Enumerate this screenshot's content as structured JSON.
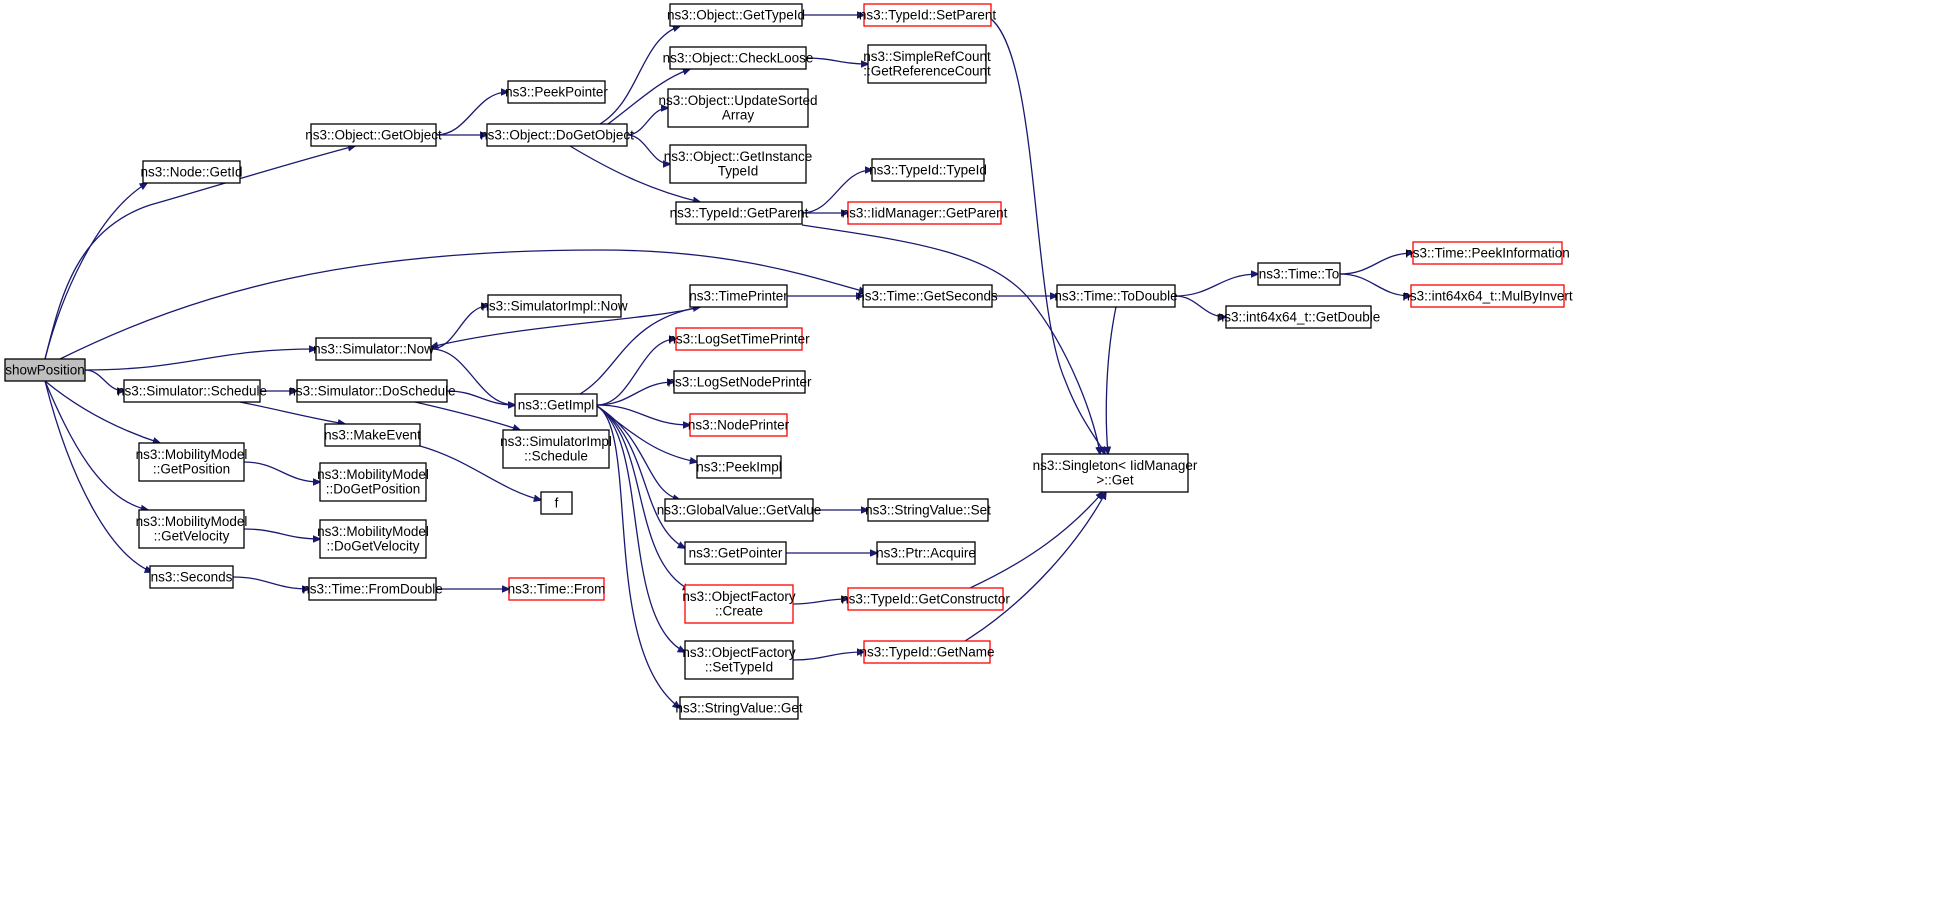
{
  "graph": {
    "colors": {
      "edge": "#191970",
      "node_border": "#000000",
      "truncated_node_border": "#ff0000",
      "root_fill": "#bfbfbf",
      "node_fill": "#ffffff"
    },
    "nodes": [
      {
        "id": "showPosition",
        "lines": [
          "showPosition"
        ],
        "root": true
      },
      {
        "id": "node_getid",
        "lines": [
          "ns3::Node::GetId"
        ]
      },
      {
        "id": "obj_getobject",
        "lines": [
          "ns3::Object::GetObject"
        ]
      },
      {
        "id": "peekpointer",
        "lines": [
          "ns3::PeekPointer"
        ]
      },
      {
        "id": "obj_dogetobject",
        "lines": [
          "ns3::Object::DoGetObject"
        ]
      },
      {
        "id": "obj_gettypeid",
        "lines": [
          "ns3::Object::GetTypeId"
        ]
      },
      {
        "id": "typeid_setparent",
        "lines": [
          "ns3::TypeId::SetParent"
        ],
        "truncated": true
      },
      {
        "id": "obj_checkloose",
        "lines": [
          "ns3::Object::CheckLoose"
        ]
      },
      {
        "id": "simplerefcount",
        "lines": [
          "ns3::SimpleRefCount",
          "::GetReferenceCount"
        ]
      },
      {
        "id": "obj_updatesorted",
        "lines": [
          "ns3::Object::UpdateSorted",
          "Array"
        ]
      },
      {
        "id": "obj_getinstance",
        "lines": [
          "ns3::Object::GetInstance",
          "TypeId"
        ]
      },
      {
        "id": "typeid_typeid",
        "lines": [
          "ns3::TypeId::TypeId"
        ]
      },
      {
        "id": "typeid_getparent",
        "lines": [
          "ns3::TypeId::GetParent"
        ]
      },
      {
        "id": "iidmanager_getparent",
        "lines": [
          "ns3::IidManager::GetParent"
        ],
        "truncated": true
      },
      {
        "id": "singleton_get",
        "lines": [
          "ns3::Singleton< IidManager",
          ">::Get"
        ]
      },
      {
        "id": "time_getseconds",
        "lines": [
          "ns3::Time::GetSeconds"
        ]
      },
      {
        "id": "time_todouble",
        "lines": [
          "ns3::Time::ToDouble"
        ]
      },
      {
        "id": "time_to",
        "lines": [
          "ns3::Time::To"
        ]
      },
      {
        "id": "time_peekinfo",
        "lines": [
          "ns3::Time::PeekInformation"
        ],
        "truncated": true
      },
      {
        "id": "int64_mulbyinvert",
        "lines": [
          "ns3::int64x64_t::MulByInvert"
        ],
        "truncated": true
      },
      {
        "id": "int64_getdouble",
        "lines": [
          "ns3::int64x64_t::GetDouble"
        ]
      },
      {
        "id": "timeprinter",
        "lines": [
          "ns3::TimePrinter"
        ]
      },
      {
        "id": "simimpl_now",
        "lines": [
          "ns3::SimulatorImpl::Now"
        ]
      },
      {
        "id": "sim_now",
        "lines": [
          "ns3::Simulator::Now"
        ]
      },
      {
        "id": "logsettimeprinter",
        "lines": [
          "ns3::LogSetTimePrinter"
        ],
        "truncated": true
      },
      {
        "id": "logsetnodeprinter",
        "lines": [
          "ns3::LogSetNodePrinter"
        ]
      },
      {
        "id": "getimpl",
        "lines": [
          "ns3::GetImpl"
        ]
      },
      {
        "id": "sim_schedule",
        "lines": [
          "ns3::Simulator::Schedule"
        ]
      },
      {
        "id": "sim_doschedule",
        "lines": [
          "ns3::Simulator::DoSchedule"
        ]
      },
      {
        "id": "nodeprinter",
        "lines": [
          "ns3::NodePrinter"
        ],
        "truncated": true
      },
      {
        "id": "makeevent",
        "lines": [
          "ns3::MakeEvent"
        ]
      },
      {
        "id": "simimpl_schedule",
        "lines": [
          "ns3::SimulatorImpl",
          "::Schedule"
        ]
      },
      {
        "id": "peekimpl",
        "lines": [
          "ns3::PeekImpl"
        ]
      },
      {
        "id": "f",
        "lines": [
          "f"
        ]
      },
      {
        "id": "mm_getposition",
        "lines": [
          "ns3::MobilityModel",
          "::GetPosition"
        ]
      },
      {
        "id": "mm_dogetposition",
        "lines": [
          "ns3::MobilityModel",
          "::DoGetPosition"
        ]
      },
      {
        "id": "globalvalue_getvalue",
        "lines": [
          "ns3::GlobalValue::GetValue"
        ]
      },
      {
        "id": "stringvalue_set",
        "lines": [
          "ns3::StringValue::Set"
        ]
      },
      {
        "id": "mm_getvelocity",
        "lines": [
          "ns3::MobilityModel",
          "::GetVelocity"
        ]
      },
      {
        "id": "mm_dogetvelocity",
        "lines": [
          "ns3::MobilityModel",
          "::DoGetVelocity"
        ]
      },
      {
        "id": "getpointer",
        "lines": [
          "ns3::GetPointer"
        ]
      },
      {
        "id": "ptr_acquire",
        "lines": [
          "ns3::Ptr::Acquire"
        ]
      },
      {
        "id": "seconds",
        "lines": [
          "ns3::Seconds"
        ]
      },
      {
        "id": "time_fromdouble",
        "lines": [
          "ns3::Time::FromDouble"
        ]
      },
      {
        "id": "time_from",
        "lines": [
          "ns3::Time::From"
        ],
        "truncated": true
      },
      {
        "id": "objfactory_create",
        "lines": [
          "ns3::ObjectFactory",
          "::Create"
        ],
        "truncated": true
      },
      {
        "id": "typeid_getconstructor",
        "lines": [
          "ns3::TypeId::GetConstructor"
        ],
        "truncated": true
      },
      {
        "id": "objfactory_settypeid",
        "lines": [
          "ns3::ObjectFactory",
          "::SetTypeId"
        ]
      },
      {
        "id": "typeid_getname",
        "lines": [
          "ns3::TypeId::GetName"
        ],
        "truncated": true
      },
      {
        "id": "stringvalue_get",
        "lines": [
          "ns3::StringValue::Get"
        ]
      }
    ],
    "edges": [
      [
        "showPosition",
        "node_getid"
      ],
      [
        "showPosition",
        "obj_getobject"
      ],
      [
        "showPosition",
        "time_getseconds"
      ],
      [
        "showPosition",
        "sim_now"
      ],
      [
        "showPosition",
        "sim_schedule"
      ],
      [
        "showPosition",
        "mm_getposition"
      ],
      [
        "showPosition",
        "mm_getvelocity"
      ],
      [
        "showPosition",
        "seconds"
      ],
      [
        "obj_getobject",
        "peekpointer"
      ],
      [
        "obj_getobject",
        "obj_dogetobject"
      ],
      [
        "obj_dogetobject",
        "obj_gettypeid"
      ],
      [
        "obj_dogetobject",
        "obj_checkloose"
      ],
      [
        "obj_dogetobject",
        "obj_updatesorted"
      ],
      [
        "obj_dogetobject",
        "obj_getinstance"
      ],
      [
        "obj_dogetobject",
        "typeid_getparent"
      ],
      [
        "obj_gettypeid",
        "typeid_setparent"
      ],
      [
        "typeid_setparent",
        "singleton_get"
      ],
      [
        "obj_checkloose",
        "simplerefcount"
      ],
      [
        "typeid_getparent",
        "typeid_typeid"
      ],
      [
        "typeid_getparent",
        "iidmanager_getparent"
      ],
      [
        "typeid_getparent",
        "singleton_get"
      ],
      [
        "time_getseconds",
        "time_todouble"
      ],
      [
        "time_todouble",
        "time_to"
      ],
      [
        "time_todouble",
        "int64_getdouble"
      ],
      [
        "time_todouble",
        "singleton_get"
      ],
      [
        "time_to",
        "time_peekinfo"
      ],
      [
        "time_to",
        "int64_mulbyinvert"
      ],
      [
        "timeprinter",
        "time_getseconds"
      ],
      [
        "timeprinter",
        "sim_now"
      ],
      [
        "sim_now",
        "simimpl_now"
      ],
      [
        "sim_now",
        "getimpl"
      ],
      [
        "sim_schedule",
        "sim_doschedule"
      ],
      [
        "sim_schedule",
        "makeevent"
      ],
      [
        "sim_doschedule",
        "getimpl"
      ],
      [
        "sim_doschedule",
        "simimpl_schedule"
      ],
      [
        "makeevent",
        "f"
      ],
      [
        "getimpl",
        "timeprinter"
      ],
      [
        "getimpl",
        "logsettimeprinter"
      ],
      [
        "getimpl",
        "logsetnodeprinter"
      ],
      [
        "getimpl",
        "nodeprinter"
      ],
      [
        "getimpl",
        "peekimpl"
      ],
      [
        "getimpl",
        "globalvalue_getvalue"
      ],
      [
        "getimpl",
        "getpointer"
      ],
      [
        "getimpl",
        "objfactory_create"
      ],
      [
        "getimpl",
        "objfactory_settypeid"
      ],
      [
        "getimpl",
        "stringvalue_get"
      ],
      [
        "globalvalue_getvalue",
        "stringvalue_set"
      ],
      [
        "getpointer",
        "ptr_acquire"
      ],
      [
        "objfactory_create",
        "typeid_getconstructor"
      ],
      [
        "typeid_getconstructor",
        "singleton_get"
      ],
      [
        "objfactory_settypeid",
        "typeid_getname"
      ],
      [
        "typeid_getname",
        "singleton_get"
      ],
      [
        "mm_getposition",
        "mm_dogetposition"
      ],
      [
        "mm_getvelocity",
        "mm_dogetvelocity"
      ],
      [
        "seconds",
        "time_fromdouble"
      ],
      [
        "time_fromdouble",
        "time_from"
      ]
    ]
  }
}
